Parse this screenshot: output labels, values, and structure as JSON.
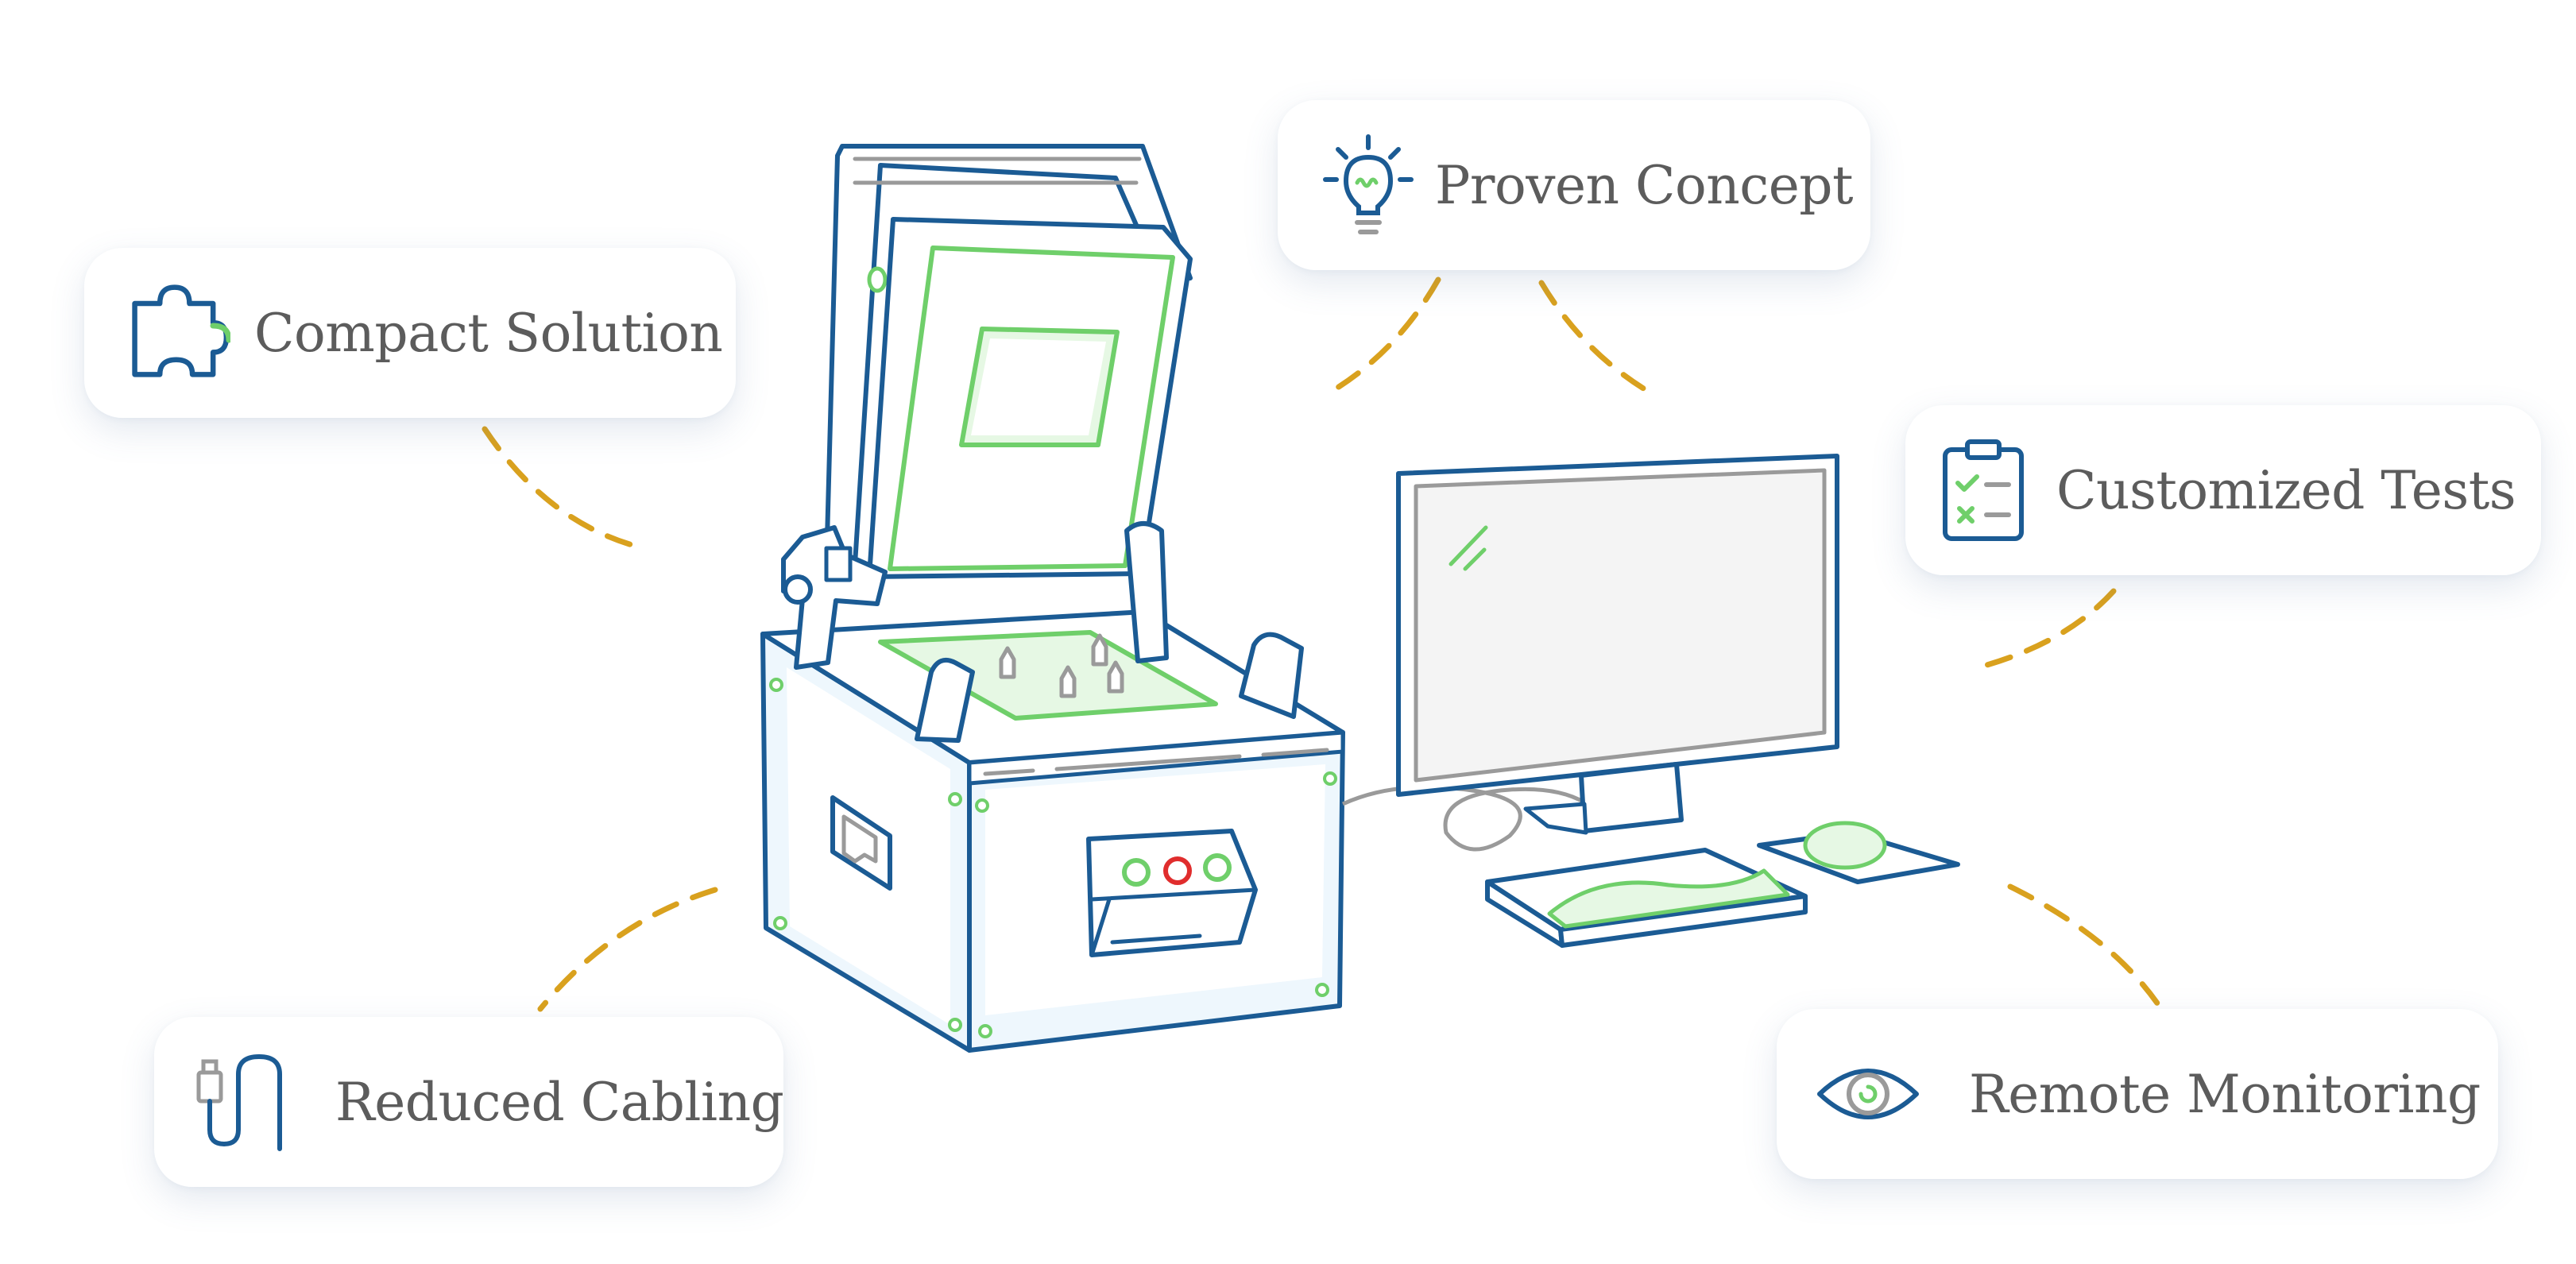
{
  "features": [
    {
      "label": "Compact Solution",
      "icon": "puzzle-icon"
    },
    {
      "label": "Proven Concept",
      "icon": "lightbulb-icon"
    },
    {
      "label": "Customized Tests",
      "icon": "clipboard-checklist-icon"
    },
    {
      "label": "Reduced Cabling",
      "icon": "usb-cable-icon"
    },
    {
      "label": "Remote Monitoring",
      "icon": "eye-icon"
    }
  ],
  "colors": {
    "outline_blue": "#1b5b94",
    "accent_green": "#6fcf6a",
    "connector_gold": "#d9a11e",
    "text_gray": "#5c5c5c",
    "button_red": "#e02d2d",
    "outline_gray": "#9a9a9a"
  }
}
